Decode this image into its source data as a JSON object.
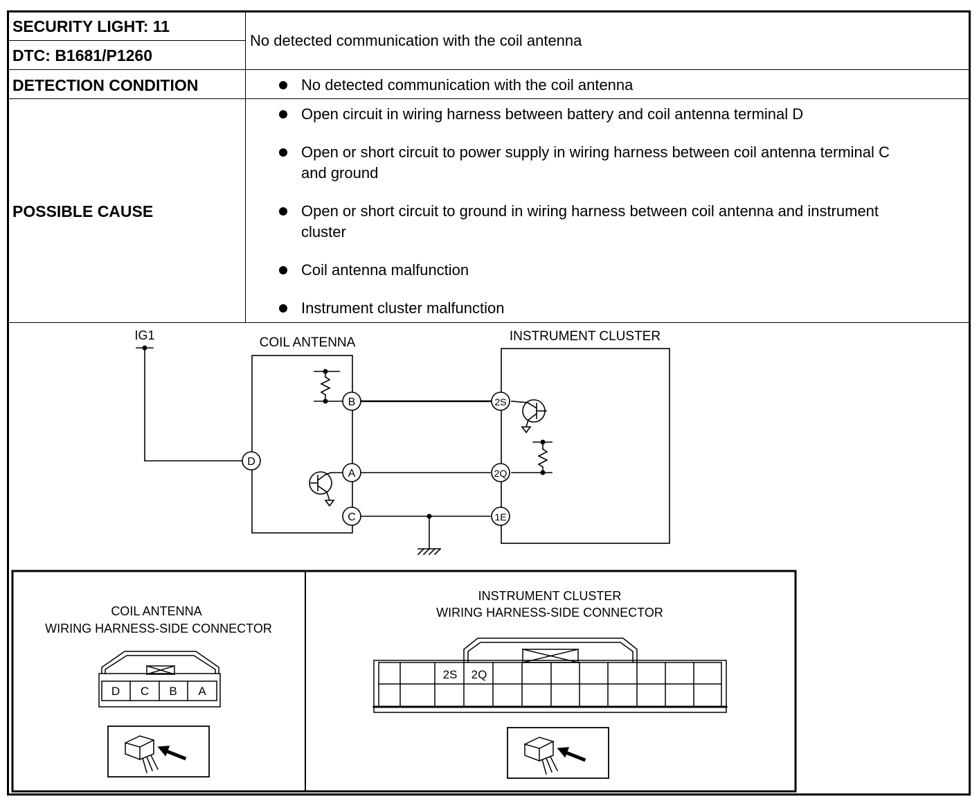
{
  "header": {
    "security_light_label": "SECURITY LIGHT: 11",
    "dtc_label": "DTC: B1681/P1260",
    "description": "No detected communication with the coil antenna"
  },
  "detection": {
    "label": "DETECTION CONDITION",
    "items": [
      "No detected communication with the coil antenna"
    ]
  },
  "possible_cause": {
    "label": "POSSIBLE CAUSE",
    "items": [
      "Open circuit in wiring harness between battery and coil antenna terminal D",
      "Open or short circuit to power supply in wiring harness between coil antenna terminal C and ground",
      "Open or short circuit to ground in wiring harness between coil antenna and instrument cluster",
      "Coil antenna malfunction",
      "Instrument cluster malfunction"
    ]
  },
  "wiring_diagram": {
    "ig1_label": "IG1",
    "coil_antenna_label": "COIL ANTENNA",
    "instrument_cluster_label": "INSTRUMENT CLUSTER",
    "coil_terminals": [
      "B",
      "D",
      "A",
      "C"
    ],
    "cluster_terminals": [
      "2S",
      "2Q",
      "1E"
    ]
  },
  "connectors": {
    "coil": {
      "title_line1": "COIL ANTENNA",
      "title_line2": "WIRING HARNESS-SIDE CONNECTOR",
      "pins": [
        "D",
        "C",
        "B",
        "A"
      ]
    },
    "cluster": {
      "title_line1": "INSTRUMENT CLUSTER",
      "title_line2": "WIRING HARNESS-SIDE CONNECTOR",
      "pins": [
        "2S",
        "2Q"
      ]
    }
  }
}
